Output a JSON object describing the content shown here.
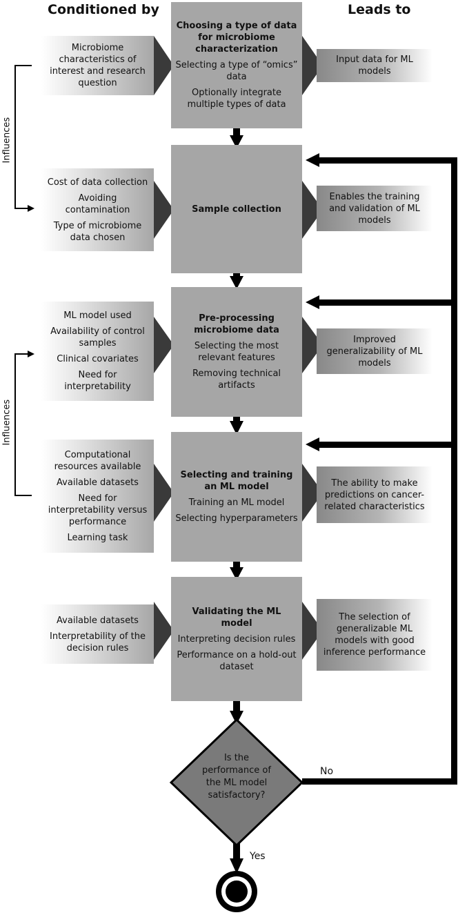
{
  "headers": {
    "conditioned_by": "Conditioned by",
    "leads_to": "Leads to"
  },
  "side_labels": {
    "influences_top": "Influences",
    "influences_bottom": "Influences"
  },
  "stages": [
    {
      "title": "Choosing a type of data for microbiome characterization",
      "items": [
        "Selecting a type of “omics” data",
        "Optionally integrate multiple types of data"
      ],
      "conditioned_by": [
        "Microbiome characteristics of interest and research question"
      ],
      "leads_to": "Input data for ML models"
    },
    {
      "title": "Sample collection",
      "items": [],
      "conditioned_by": [
        "Cost of data collection",
        "Avoiding contamination",
        "Type of microbiome data chosen"
      ],
      "leads_to": "Enables the training and validation of ML models"
    },
    {
      "title": "Pre-processing microbiome data",
      "items": [
        "Selecting the most relevant features",
        "Removing technical artifacts"
      ],
      "conditioned_by": [
        "ML model used",
        "Availability of control samples",
        "Clinical covariates",
        "Need for interpretability"
      ],
      "leads_to": "Improved generalizability of ML models"
    },
    {
      "title": "Selecting and training an ML model",
      "items": [
        "Training an ML model",
        "Selecting hyperparameters"
      ],
      "conditioned_by": [
        "Computational resources available",
        "Available datasets",
        "Need for interpretability versus performance",
        "Learning task"
      ],
      "leads_to": "The ability to make predictions on cancer-related characteristics"
    },
    {
      "title": "Validating the ML model",
      "items": [
        "Interpreting decision rules",
        "Performance on a hold-out dataset"
      ],
      "conditioned_by": [
        "Available datasets",
        "Interpretability of the decision rules"
      ],
      "leads_to": "The selection of generalizable ML models with good inference performance"
    }
  ],
  "decision": {
    "question": "Is the performance of the ML model satisfactory?",
    "no_label": "No",
    "yes_label": "Yes"
  },
  "colors": {
    "box_fill": "#a6a6a6",
    "decision_fill": "#7a7a7a",
    "arrow": "#000000",
    "chevron": "#3a3a3a"
  }
}
